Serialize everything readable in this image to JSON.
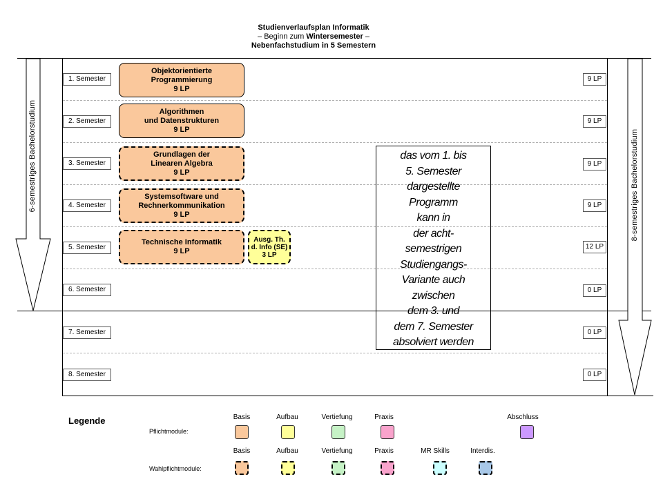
{
  "title": {
    "line1": "Studienverlaufsplan Informatik",
    "line2_pre": "– Beginn zum ",
    "line2_bold": "Wintersemester",
    "line2_post": " –",
    "line3": "Nebenfachstudium in 5 Semestern"
  },
  "semesters": [
    "1. Semester",
    "2. Semester",
    "3. Semester",
    "4. Semester",
    "5. Semester",
    "6. Semester",
    "7. Semester",
    "8. Semester"
  ],
  "credits": [
    "9 LP",
    "9 LP",
    "9 LP",
    "9 LP",
    "12 LP",
    "0 LP",
    "0 LP",
    "0 LP"
  ],
  "modules": [
    {
      "line1": "Objektorientierte",
      "line2": "Programmierung",
      "line3": "9 LP",
      "category": "Basis",
      "type": "Pflicht"
    },
    {
      "line1": "Algorithmen",
      "line2": "und Datenstrukturen",
      "line3": "9 LP",
      "category": "Basis",
      "type": "Pflicht"
    },
    {
      "line1": "Grundlagen  der",
      "line2": "Linearen Algebra",
      "line3": "9 LP",
      "category": "Basis",
      "type": "Wahlpflicht"
    },
    {
      "line1": "Systemsoftware und",
      "line2": "Rechnerkommunikation",
      "line3": "9 LP",
      "category": "Basis",
      "type": "Wahlpflicht"
    },
    {
      "line1": "Technische Informatik",
      "line2": "9 LP",
      "line3": "",
      "category": "Basis",
      "type": "Wahlpflicht"
    },
    {
      "line1": "Ausg. Th.",
      "line2": "d. Info (SE)",
      "line3": "3 LP",
      "category": "Aufbau",
      "type": "Wahlpflicht"
    }
  ],
  "note": [
    "das vom 1. bis",
    "5. Semester",
    "dargestellte",
    "Programm",
    "kann in",
    "der acht-",
    "semestrigen",
    "Studiengangs-",
    "Variante auch",
    "zwischen",
    "dem 3. und",
    "dem 7. Semester",
    "absolviert werden"
  ],
  "arrows": {
    "left_label": "6-semestriges Bachelorstudium",
    "right_label": "8-semestriges Bachelorstudium"
  },
  "legend": {
    "title": "Legende",
    "pflicht_label": "Pflichtmodule:",
    "wahlpflicht_label": "Wahlpflichtmodule:",
    "pflicht": [
      {
        "name": "Basis",
        "color": "#fac89c"
      },
      {
        "name": "Aufbau",
        "color": "#ffff99"
      },
      {
        "name": "Vertiefung",
        "color": "#c6f2c6"
      },
      {
        "name": "Praxis",
        "color": "#f9a3cc"
      },
      {
        "name": "Abschluss",
        "color": "#cc99ff"
      }
    ],
    "wahlpflicht": [
      {
        "name": "Basis",
        "color": "#fac89c"
      },
      {
        "name": "Aufbau",
        "color": "#ffff99"
      },
      {
        "name": "Vertiefung",
        "color": "#c6f2c6"
      },
      {
        "name": "Praxis",
        "color": "#f9a3cc"
      },
      {
        "name": "MR Skills",
        "color": "#ccffff"
      },
      {
        "name": "Interdis.",
        "color": "#a8c8e8"
      }
    ]
  }
}
